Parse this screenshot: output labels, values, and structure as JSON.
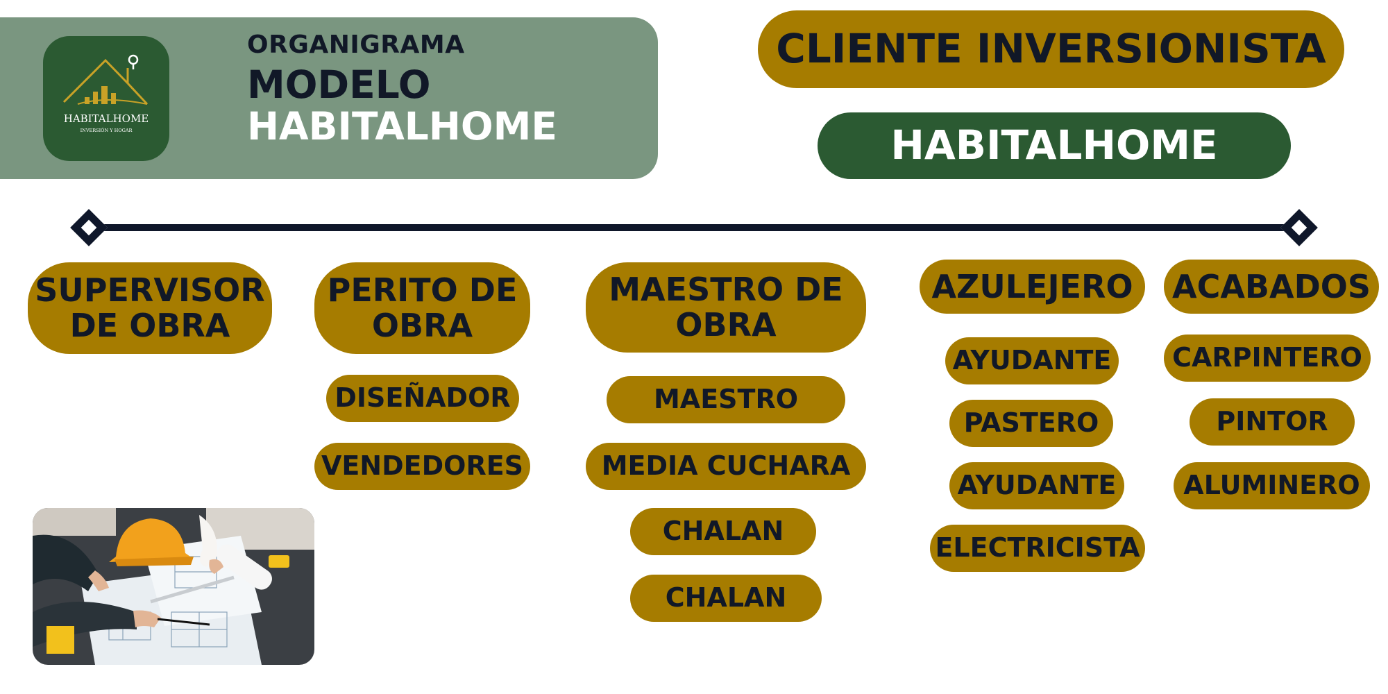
{
  "header": {
    "kicker": "ORGANIGRAMA",
    "title_line1": "MODELO",
    "title_line2": "HABITALHOME",
    "logo": {
      "icon": "house-chart-logo-icon",
      "brand_name": "HABITALHOME",
      "tagline": "INVERSIÓN Y HOGAR"
    }
  },
  "top": {
    "client": "CLIENTE INVERSIONISTA",
    "company": "HABITALHOME"
  },
  "columns": {
    "supervisor": {
      "head_line1": "SUPERVISOR",
      "head_line2": "DE OBRA"
    },
    "perito": {
      "head_line1": "PERITO DE",
      "head_line2": "OBRA",
      "items": [
        "DISEÑADOR",
        "VENDEDORES"
      ]
    },
    "maestro": {
      "head_line1": "MAESTRO DE",
      "head_line2": "OBRA",
      "items": [
        "MAESTRO",
        "MEDIA CUCHARA",
        "CHALAN",
        "CHALAN"
      ]
    },
    "azulejero": {
      "head": "AZULEJERO",
      "items": [
        "AYUDANTE",
        "PASTERO",
        "AYUDANTE",
        "ELECTRICISTA"
      ]
    },
    "acabados": {
      "head": "ACABADOS",
      "items": [
        "CARPINTERO",
        "PINTOR",
        "ALUMINERO"
      ]
    }
  },
  "photo": {
    "icon": "construction-plans-photo-icon"
  },
  "colors": {
    "gold": "#a67c00",
    "dark_green": "#2b5a32",
    "sage": "#7a9680",
    "navy": "#0f172a"
  }
}
